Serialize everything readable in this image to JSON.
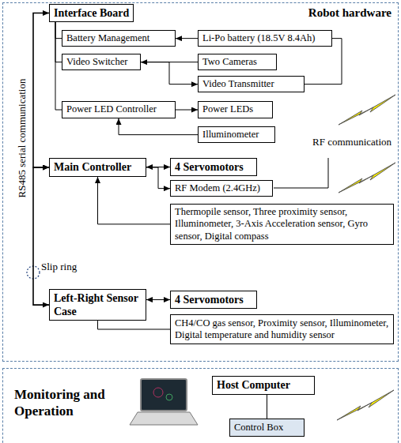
{
  "diagram": {
    "nodes": [
      {
        "text": [
          "Robot hardware"
        ]
      },
      {
        "text": [
          "Interface Board"
        ],
        "in": 0
      },
      {
        "text": [
          "Battery Management"
        ],
        "in": 0
      },
      {
        "text": [
          "Li-Po battery (18.5V 8.4Ah)"
        ],
        "in": 0
      },
      {
        "text": [
          "Video Switcher"
        ],
        "in": 0
      },
      {
        "text": [
          "Two Cameras"
        ],
        "in": 0
      },
      {
        "text": [
          "Video Transmitter"
        ],
        "in": 0
      },
      {
        "text": [
          "Power LED Controller"
        ],
        "in": 0
      },
      {
        "text": [
          "Power LEDs"
        ],
        "in": 0
      },
      {
        "text": [
          "Illuminometer"
        ],
        "in": 0
      },
      {
        "text": [
          "Main Controller"
        ],
        "in": 0
      },
      {
        "text": [
          "4 Servomotors"
        ],
        "in": 0
      },
      {
        "text": [
          "RF Modem (2.4GHz)"
        ],
        "in": 0
      },
      {
        "text": [
          "Thermopile sensor, Three proximity sensor, Illuminometer, 3-Axis Acceleration sensor, Gyro sensor, Digital compass"
        ],
        "in": 0
      },
      {
        "text": [
          "Left-Right Sensor Case"
        ],
        "in": 0
      },
      {
        "text": [
          "4 Servomotors"
        ],
        "in": 0
      },
      {
        "text": [
          "CH4/CO gas sensor, Proximity sensor, Illuminometer, Digital temperature and humidity sensor"
        ],
        "in": 0
      },
      {
        "text": [
          "Monitoring and Operation"
        ]
      },
      {
        "text": [
          "Host Computer"
        ],
        "in": 17
      },
      {
        "text": [
          "Control Box"
        ],
        "in": 17
      }
    ],
    "edges": [
      {
        "from": 1,
        "to": 10,
        "arrow": "both"
      },
      {
        "from": 10,
        "to": 14,
        "arrow": "both"
      },
      {
        "from": 1,
        "to": 2,
        "arrow": "none"
      },
      {
        "from": 1,
        "to": 4,
        "arrow": "none"
      },
      {
        "from": 1,
        "to": 7,
        "arrow": "none"
      },
      {
        "from": 3,
        "to": 2,
        "arrow": "to"
      },
      {
        "from": 5,
        "to": 4,
        "arrow": "to"
      },
      {
        "from": 4,
        "to": 6,
        "arrow": "to"
      },
      {
        "from": 3,
        "to": 6,
        "arrow": "none"
      },
      {
        "from": 7,
        "to": 8,
        "arrow": "to"
      },
      {
        "from": 9,
        "to": 7,
        "arrow": "to"
      },
      {
        "from": 10,
        "to": 11,
        "arrow": "both"
      },
      {
        "from": 10,
        "to": 12,
        "arrow": "to"
      },
      {
        "from": 13,
        "to": 10,
        "arrow": "to"
      },
      {
        "from": 14,
        "to": 15,
        "arrow": "both"
      },
      {
        "from": 14,
        "to": 16,
        "arrow": "none"
      },
      {
        "from": 18,
        "to": 19,
        "arrow": "none"
      }
    ],
    "labels": [
      "RS485 serial communication",
      "Slip ring",
      "RF communication"
    ]
  }
}
